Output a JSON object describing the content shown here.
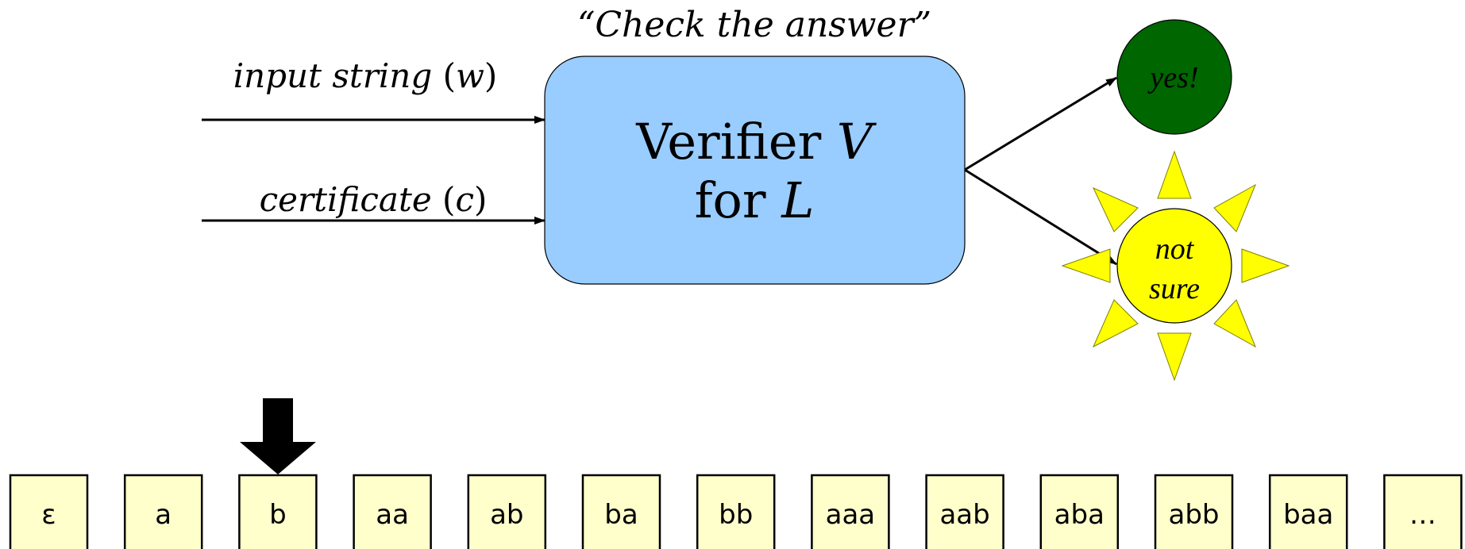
{
  "title": "“Check the answer”",
  "inputs": {
    "input_string": {
      "label": "input string",
      "var": "w"
    },
    "certificate": {
      "label": "certificate",
      "var": "c"
    }
  },
  "verifier": {
    "line1_text": "Verifier ",
    "line1_var": "V",
    "line2_text": "for ",
    "line2_var": "L"
  },
  "outputs": {
    "yes": "yes!",
    "not_sure_line1": "not",
    "not_sure_line2": "sure"
  },
  "colors": {
    "verifier_fill": "#99ccff",
    "yes_fill": "#006600",
    "sun_fill": "#ffff00",
    "cell_fill": "#ffffcc"
  },
  "strings": [
    "ε",
    "a",
    "b",
    "aa",
    "ab",
    "ba",
    "bb",
    "aaa",
    "aab",
    "aba",
    "abb",
    "baa",
    "…"
  ],
  "pointer_index": 2
}
